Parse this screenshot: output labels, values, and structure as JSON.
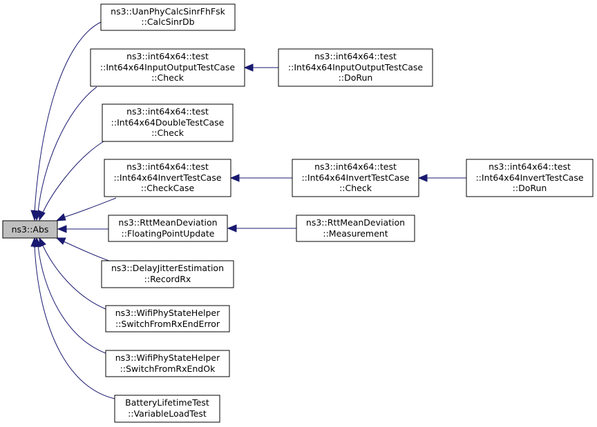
{
  "graph": {
    "nodes": {
      "abs": {
        "lines": [
          "ns3::Abs"
        ]
      },
      "uan": {
        "lines": [
          "ns3::UanPhyCalcSinrFhFsk",
          "::CalcSinrDb"
        ]
      },
      "io_check": {
        "lines": [
          "ns3::int64x64::test",
          "::Int64x64InputOutputTestCase",
          "::Check"
        ]
      },
      "io_dorun": {
        "lines": [
          "ns3::int64x64::test",
          "::Int64x64InputOutputTestCase",
          "::DoRun"
        ]
      },
      "dbl_check": {
        "lines": [
          "ns3::int64x64::test",
          "::Int64x64DoubleTestCase",
          "::Check"
        ]
      },
      "inv_checkcase": {
        "lines": [
          "ns3::int64x64::test",
          "::Int64x64InvertTestCase",
          "::CheckCase"
        ]
      },
      "inv_check": {
        "lines": [
          "ns3::int64x64::test",
          "::Int64x64InvertTestCase",
          "::Check"
        ]
      },
      "inv_dorun": {
        "lines": [
          "ns3::int64x64::test",
          "::Int64x64InvertTestCase",
          "::DoRun"
        ]
      },
      "rtt_fpu": {
        "lines": [
          "ns3::RttMeanDeviation",
          "::FloatingPointUpdate"
        ]
      },
      "rtt_meas": {
        "lines": [
          "ns3::RttMeanDeviation",
          "::Measurement"
        ]
      },
      "delay": {
        "lines": [
          "ns3::DelayJitterEstimation",
          "::RecordRx"
        ]
      },
      "wifi_err": {
        "lines": [
          "ns3::WifiPhyStateHelper",
          "::SwitchFromRxEndError"
        ]
      },
      "wifi_ok": {
        "lines": [
          "ns3::WifiPhyStateHelper",
          "::SwitchFromRxEndOk"
        ]
      },
      "battery": {
        "lines": [
          "BatteryLifetimeTest",
          "::VariableLoadTest"
        ]
      }
    },
    "edges": [
      [
        "uan",
        "abs"
      ],
      [
        "io_check",
        "abs"
      ],
      [
        "dbl_check",
        "abs"
      ],
      [
        "inv_checkcase",
        "abs"
      ],
      [
        "rtt_fpu",
        "abs"
      ],
      [
        "delay",
        "abs"
      ],
      [
        "wifi_err",
        "abs"
      ],
      [
        "wifi_ok",
        "abs"
      ],
      [
        "battery",
        "abs"
      ],
      [
        "io_dorun",
        "io_check"
      ],
      [
        "inv_check",
        "inv_checkcase"
      ],
      [
        "inv_dorun",
        "inv_check"
      ],
      [
        "rtt_meas",
        "rtt_fpu"
      ]
    ],
    "colors": {
      "edge": "#191970",
      "root_fill": "#bfbfbf",
      "node_stroke": "#000000"
    }
  }
}
